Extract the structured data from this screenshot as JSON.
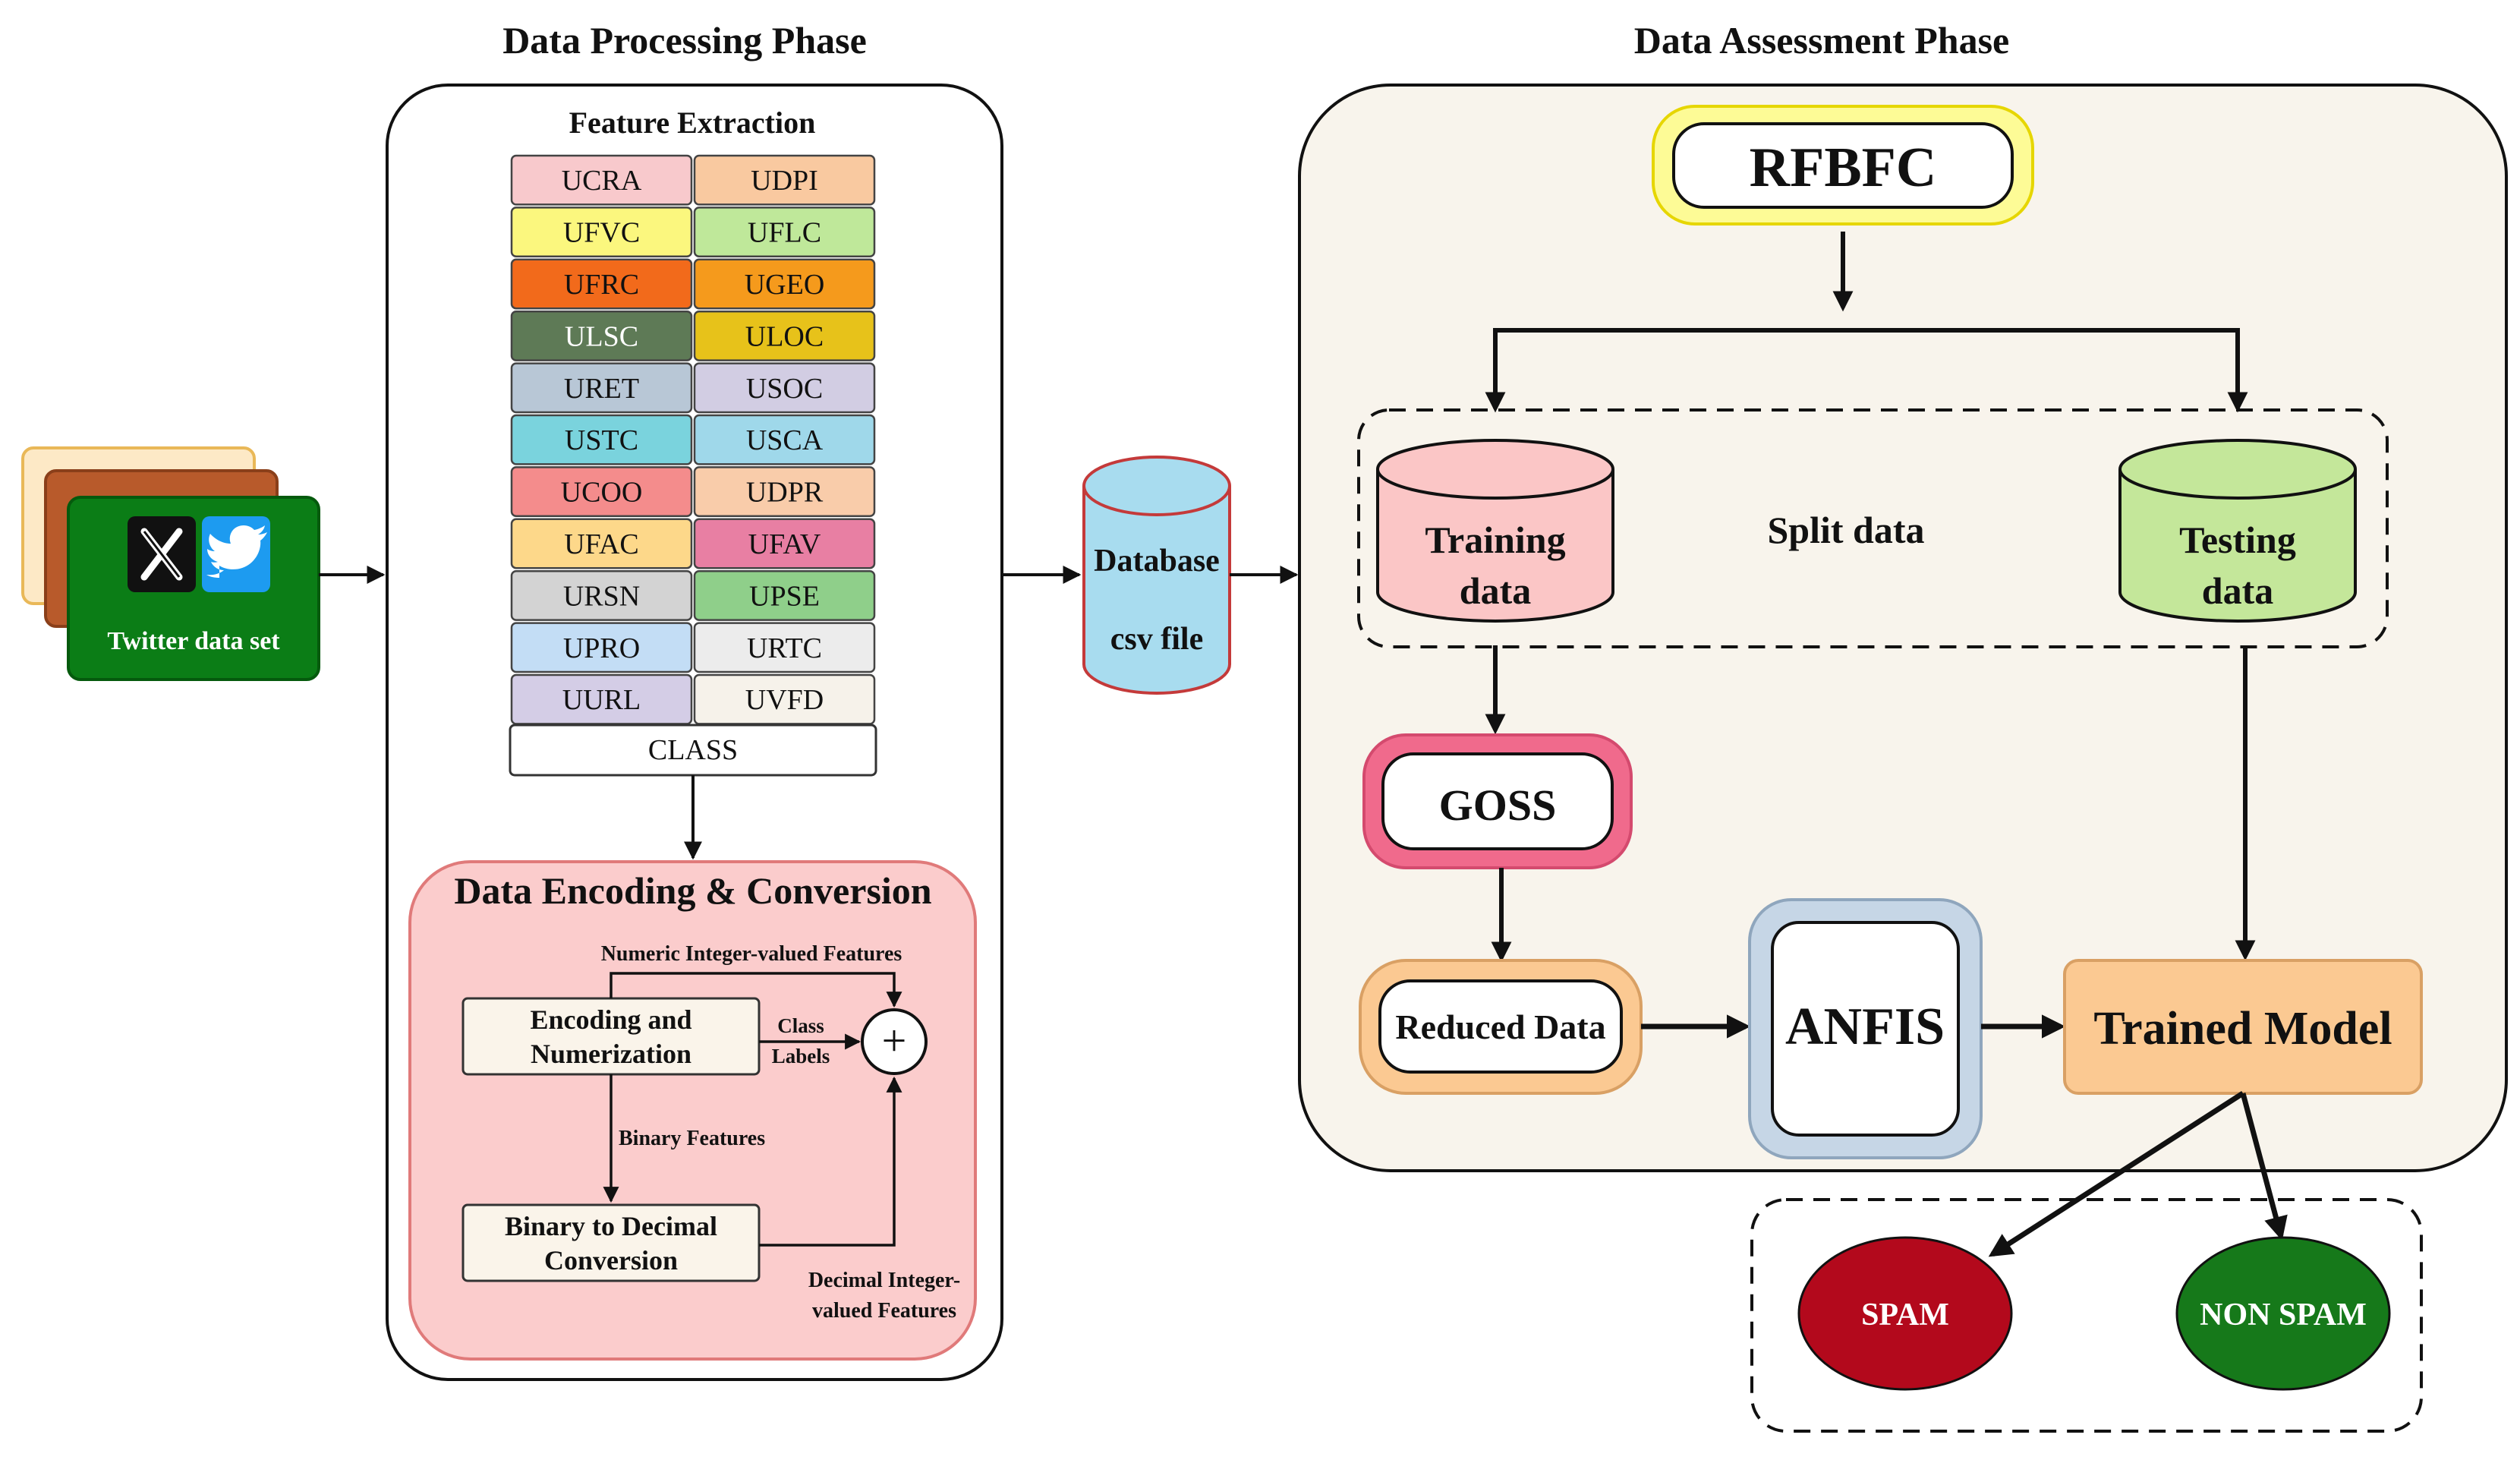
{
  "phases": {
    "processing_title": "Data Processing Phase",
    "assessment_title": "Data Assessment Phase"
  },
  "twitter": {
    "label": "Twitter data set",
    "x_icon": "x-logo-icon",
    "bird_icon": "twitter-bird-icon"
  },
  "feature_extraction": {
    "title": "Feature Extraction",
    "rows": [
      [
        {
          "label": "UCRA",
          "color": "#f8c9cc"
        },
        {
          "label": "UDPI",
          "color": "#f9c9a0"
        }
      ],
      [
        {
          "label": "UFVC",
          "color": "#fbf77e"
        },
        {
          "label": "UFLC",
          "color": "#bfe89a"
        }
      ],
      [
        {
          "label": "UFRC",
          "color": "#f26a1b"
        },
        {
          "label": "UGEO",
          "color": "#f59a1c"
        }
      ],
      [
        {
          "label": "ULSC",
          "color": "#5e7a56",
          "text_color": "#ffffff"
        },
        {
          "label": "ULOC",
          "color": "#e7c21a"
        }
      ],
      [
        {
          "label": "URET",
          "color": "#b8c7d6"
        },
        {
          "label": "USOC",
          "color": "#d2cde3"
        }
      ],
      [
        {
          "label": "USTC",
          "color": "#7ad3dd"
        },
        {
          "label": "USCA",
          "color": "#9fd8ea"
        }
      ],
      [
        {
          "label": "UCOO",
          "color": "#f48c8c"
        },
        {
          "label": "UDPR",
          "color": "#f9ccaa"
        }
      ],
      [
        {
          "label": "UFAC",
          "color": "#fdd88a"
        },
        {
          "label": "UFAV",
          "color": "#e87fa3"
        }
      ],
      [
        {
          "label": "URSN",
          "color": "#d3d3d3"
        },
        {
          "label": "UPSE",
          "color": "#8fcf8a"
        }
      ],
      [
        {
          "label": "UPRO",
          "color": "#c3ddf5"
        },
        {
          "label": "URTC",
          "color": "#ececec"
        }
      ],
      [
        {
          "label": "UURL",
          "color": "#d4cde6"
        },
        {
          "label": "UVFD",
          "color": "#f6f2ea"
        }
      ]
    ],
    "class_label": "CLASS"
  },
  "encoding": {
    "title": "Data Encoding & Conversion",
    "numeric_label": "Numeric Integer-valued Features",
    "encoding_box_line1": "Encoding and",
    "encoding_box_line2": "Numerization",
    "class_labels_line1": "Class",
    "class_labels_line2": "Labels",
    "plus": "+",
    "binary_features": "Binary Features",
    "binary_box_line1": "Binary to Decimal",
    "binary_box_line2": "Conversion",
    "decimal_line1": "Decimal Integer-",
    "decimal_line2": "valued Features"
  },
  "database": {
    "line1": "Database",
    "line2": "csv file"
  },
  "assessment": {
    "rfbfc": "RFBFC",
    "split_data": "Split data",
    "training_line1": "Training",
    "training_line2": "data",
    "testing_line1": "Testing",
    "testing_line2": "data",
    "goss": "GOSS",
    "reduced_data": "Reduced Data",
    "anfis": "ANFIS",
    "trained_model": "Trained Model"
  },
  "outputs": {
    "spam": "SPAM",
    "non_spam": "NON SPAM"
  },
  "colors": {
    "processing_bg": "#ffffff",
    "assessment_bg": "#f8f4ec",
    "encoding_bg": "#fbcccc",
    "twitter_green": "#0b7d16",
    "twitter_brown": "#b85a2b",
    "spam_red": "#b3091c",
    "non_spam_green": "#16791a",
    "trained_model": "#fbc992"
  }
}
